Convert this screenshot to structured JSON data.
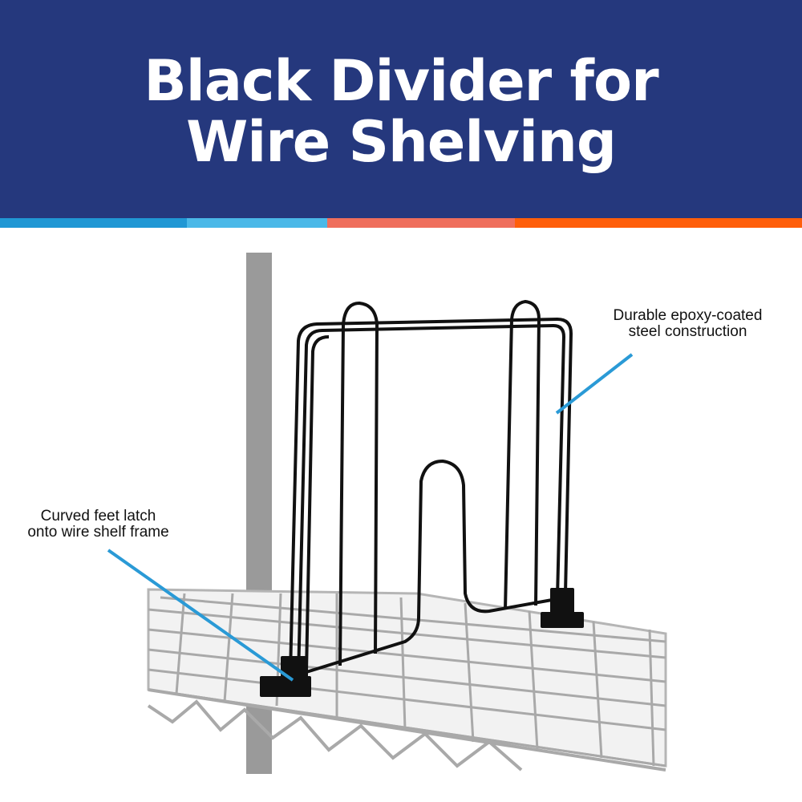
{
  "header": {
    "title_line1": "Black Divider for",
    "title_line2": "Wire Shelving"
  },
  "colors": {
    "header_bg": "#25387d",
    "stripe": [
      "#2097d4",
      "#4ab8e8",
      "#ef6e5c",
      "#ff5e0a"
    ],
    "callout_line": "#2a9ad6"
  },
  "callouts": {
    "top_right": {
      "line1": "Durable epoxy-coated",
      "line2": "steel construction"
    },
    "left": {
      "line1": "Curved feet latch",
      "line2": "onto wire shelf frame"
    }
  }
}
